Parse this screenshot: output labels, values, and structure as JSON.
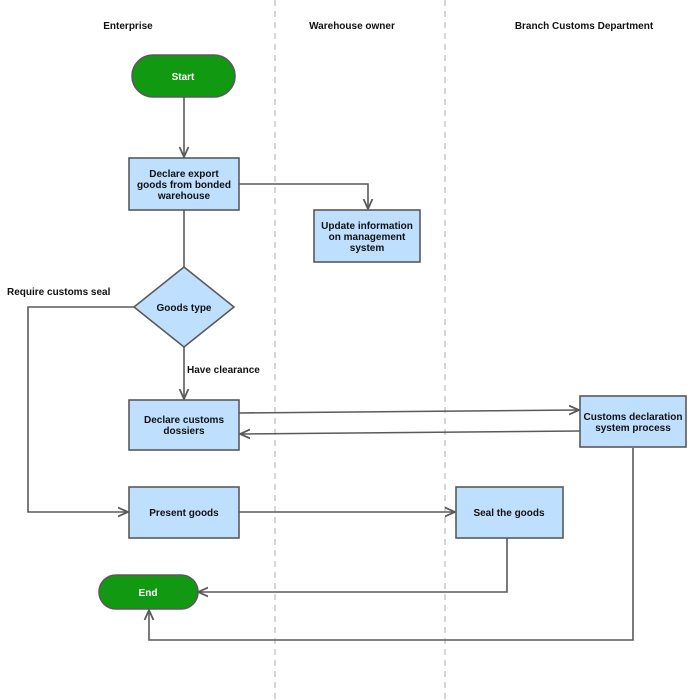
{
  "lanes": {
    "enterprise": "Enterprise",
    "warehouse_owner": "Warehouse owner",
    "branch_customs": "Branch Customs Department"
  },
  "nodes": {
    "start": "Start",
    "declare_export": [
      "Declare export",
      "goods from bonded",
      "warehouse"
    ],
    "update_info": [
      "Update information",
      "on management",
      "system"
    ],
    "goods_type": "Goods type",
    "declare_dossiers": [
      "Declare customs",
      "dossiers"
    ],
    "customs_process": [
      "Customs declaration",
      "system process"
    ],
    "present_goods": "Present goods",
    "seal_goods": "Seal the goods",
    "end": "End"
  },
  "edge_labels": {
    "require_seal": "Require customs seal",
    "have_clearance": "Have clearance"
  },
  "colors": {
    "terminal_fill": "#119a11",
    "process_fill": "#bfdfff",
    "stroke": "#5a5a5a",
    "divider": "#c8c8c8"
  }
}
